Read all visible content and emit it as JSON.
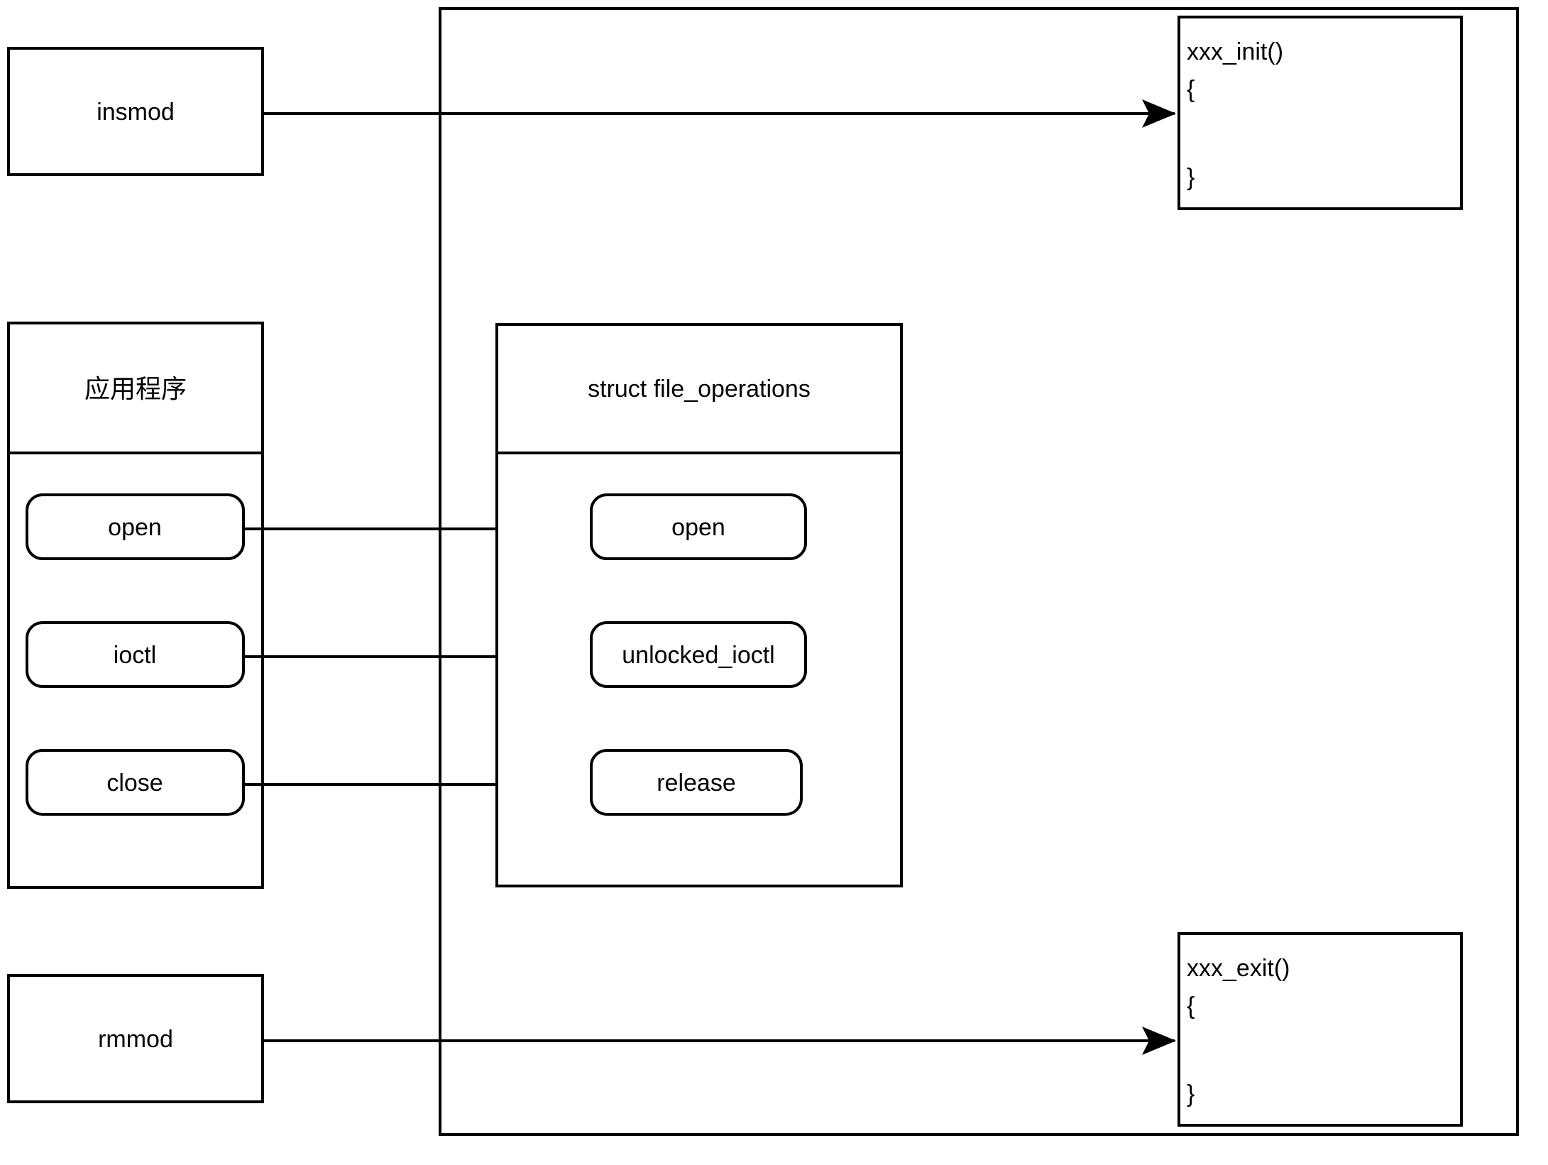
{
  "diagram": {
    "title": "Linux kernel module / file_operations diagram",
    "background_color": "#ffffff",
    "stroke_color": "#000000"
  },
  "user_space": {
    "insmod_box": {
      "label": "insmod"
    },
    "rmmod_box": {
      "label": "rmmod"
    },
    "app_box": {
      "header": "应用程序",
      "calls": [
        {
          "label": "open"
        },
        {
          "label": "ioctl"
        },
        {
          "label": "close"
        }
      ]
    }
  },
  "kernel_space": {
    "init_box": {
      "line1": "xxx_init()",
      "line2": "{",
      "line3": "}"
    },
    "exit_box": {
      "line1": "xxx_exit()",
      "line2": "{",
      "line3": "}"
    },
    "fops_box": {
      "header": "struct file_operations",
      "members": [
        {
          "label": "open"
        },
        {
          "label": "unlocked_ioctl"
        },
        {
          "label": "release"
        }
      ]
    }
  },
  "connections": [
    {
      "from": "insmod",
      "to": "xxx_init()"
    },
    {
      "from": "open",
      "to": "open"
    },
    {
      "from": "ioctl",
      "to": "unlocked_ioctl"
    },
    {
      "from": "close",
      "to": "release"
    },
    {
      "from": "rmmod",
      "to": "xxx_exit()"
    }
  ]
}
